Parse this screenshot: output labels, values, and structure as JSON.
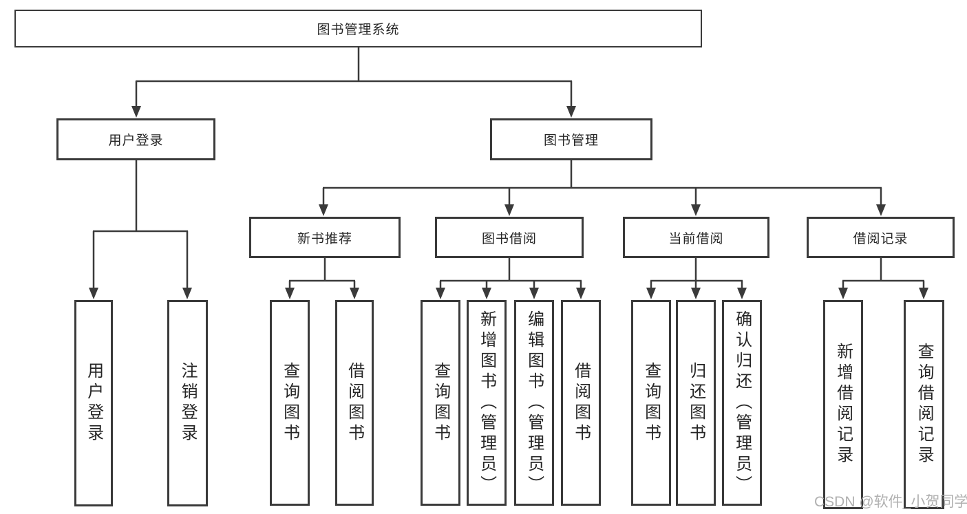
{
  "diagram_title": "图书管理系统",
  "tree": {
    "label": "图书管理系统",
    "children": [
      {
        "label": "用户登录",
        "children": [
          {
            "label": "用户登录"
          },
          {
            "label": "注销登录"
          }
        ]
      },
      {
        "label": "图书管理",
        "children": [
          {
            "label": "新书推荐",
            "children": [
              {
                "label": "查询图书"
              },
              {
                "label": "借阅图书"
              }
            ]
          },
          {
            "label": "图书借阅",
            "children": [
              {
                "label": "查询图书"
              },
              {
                "label": "新增图书（管理员）"
              },
              {
                "label": "编辑图书（管理员）"
              },
              {
                "label": "借阅图书"
              }
            ]
          },
          {
            "label": "当前借阅",
            "children": [
              {
                "label": "查询图书"
              },
              {
                "label": "归还图书"
              },
              {
                "label": "确认归还（管理员）"
              }
            ]
          },
          {
            "label": "借阅记录",
            "children": [
              {
                "label": "新增借阅记录"
              },
              {
                "label": "查询借阅记录"
              }
            ]
          }
        ]
      }
    ]
  },
  "watermark": {
    "text": "CSDN @软件_小贺同学"
  },
  "colors": {
    "line": "#3a3a3a",
    "text": "#262626",
    "box_background": "#ffffff",
    "watermark": "#b0b0b0"
  }
}
